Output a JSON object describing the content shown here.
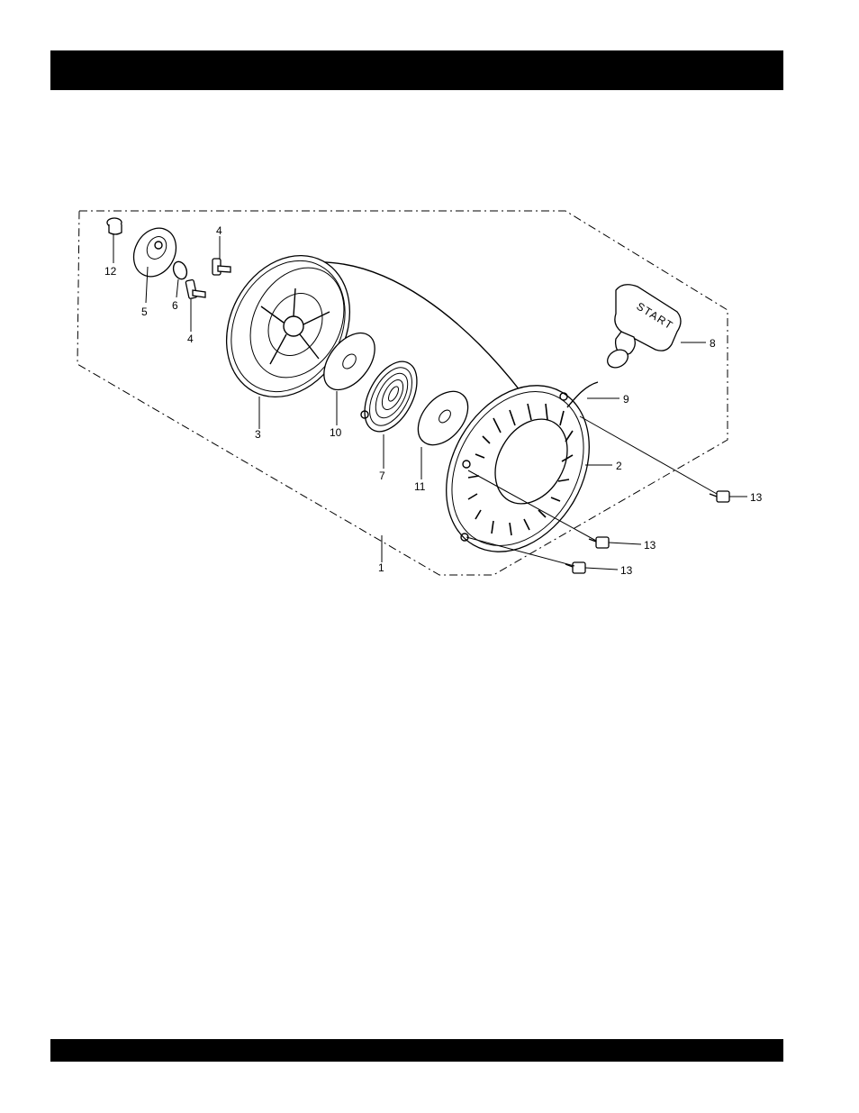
{
  "header_bar": {
    "color": "#000000"
  },
  "footer_bar": {
    "color": "#000000"
  },
  "diagram": {
    "handle_text": "START",
    "callouts": {
      "c1": "1",
      "c2": "2",
      "c3": "3",
      "c4a": "4",
      "c4b": "4",
      "c5": "5",
      "c6": "6",
      "c7": "7",
      "c8": "8",
      "c9": "9",
      "c10": "10",
      "c11": "11",
      "c12": "12",
      "c13a": "13",
      "c13b": "13",
      "c13c": "13"
    }
  }
}
